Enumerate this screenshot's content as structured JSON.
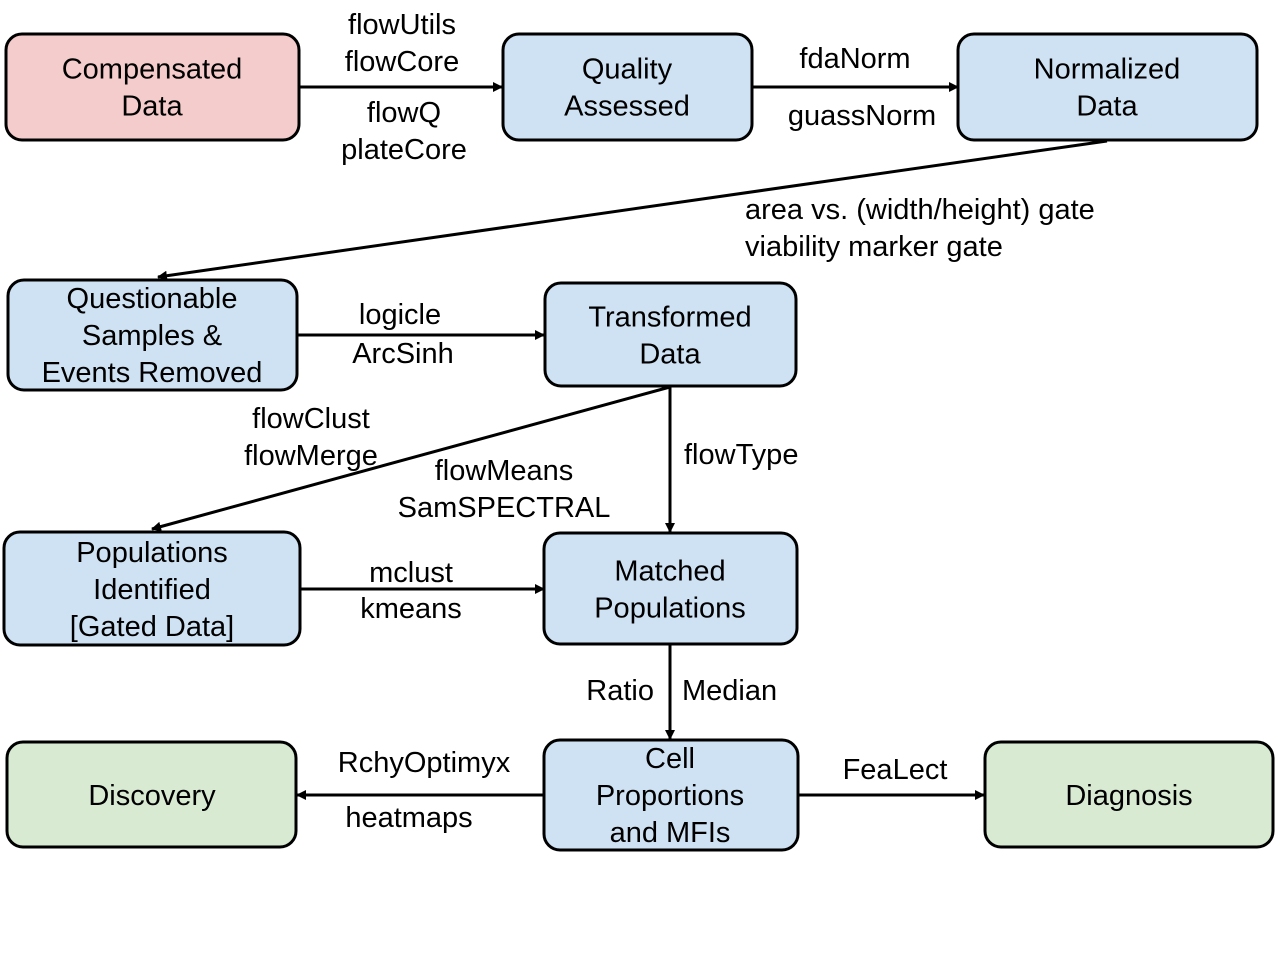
{
  "colors": {
    "input": "#f4cccc",
    "process": "#cfe2f3",
    "output": "#d9ead3",
    "stroke": "#000000"
  },
  "nodes": {
    "compensated": {
      "lines": [
        "Compensated",
        "Data"
      ],
      "kind": "input"
    },
    "quality": {
      "lines": [
        "Quality",
        "Assessed"
      ],
      "kind": "process"
    },
    "normalized": {
      "lines": [
        "Normalized",
        "Data"
      ],
      "kind": "process"
    },
    "questionable": {
      "lines": [
        "Questionable",
        "Samples &",
        "Events Removed"
      ],
      "kind": "process"
    },
    "transformed": {
      "lines": [
        "Transformed",
        "Data"
      ],
      "kind": "process"
    },
    "populations": {
      "lines": [
        "Populations",
        "Identified",
        "[Gated Data]"
      ],
      "kind": "process"
    },
    "matched": {
      "lines": [
        "Matched",
        "Populations"
      ],
      "kind": "process"
    },
    "cell": {
      "lines": [
        "Cell",
        "Proportions",
        "and MFIs"
      ],
      "kind": "process"
    },
    "discovery": {
      "lines": [
        "Discovery"
      ],
      "kind": "output"
    },
    "diagnosis": {
      "lines": [
        "Diagnosis"
      ],
      "kind": "output"
    }
  },
  "edges": {
    "compensated_to_quality": {
      "from": "compensated",
      "to": "quality",
      "labels_above": [
        "flowUtils",
        "flowCore"
      ],
      "labels_below": [
        "flowQ",
        "plateCore"
      ]
    },
    "quality_to_normalized": {
      "from": "quality",
      "to": "normalized",
      "labels_above": [
        "fdaNorm"
      ],
      "labels_below": [
        "guassNorm"
      ]
    },
    "normalized_to_questionable": {
      "from": "normalized",
      "to": "questionable",
      "labels": [
        "area vs. (width/height) gate",
        "viability marker gate"
      ]
    },
    "questionable_to_transformed": {
      "from": "questionable",
      "to": "transformed",
      "labels_above": [
        "logicle",
        "ArcSinh"
      ]
    },
    "transformed_to_populations": {
      "from": "transformed",
      "to": "populations",
      "labels_left": [
        "flowClust",
        "flowMerge"
      ],
      "labels_right": [
        "flowMeans",
        "SamSPECTRAL"
      ]
    },
    "transformed_to_matched": {
      "from": "transformed",
      "to": "matched",
      "labels": [
        "flowType"
      ]
    },
    "populations_to_matched": {
      "from": "populations",
      "to": "matched",
      "labels_above": [
        "mclust"
      ],
      "labels_below": [
        "kmeans"
      ]
    },
    "matched_to_cell": {
      "from": "matched",
      "to": "cell",
      "label_left": "Ratio",
      "label_right": "Median"
    },
    "cell_to_discovery": {
      "from": "cell",
      "to": "discovery",
      "labels_above": [
        "RchyOptimyx"
      ],
      "labels_below": [
        "heatmaps"
      ]
    },
    "cell_to_diagnosis": {
      "from": "cell",
      "to": "diagnosis",
      "labels_above": [
        "FeaLect"
      ]
    }
  }
}
